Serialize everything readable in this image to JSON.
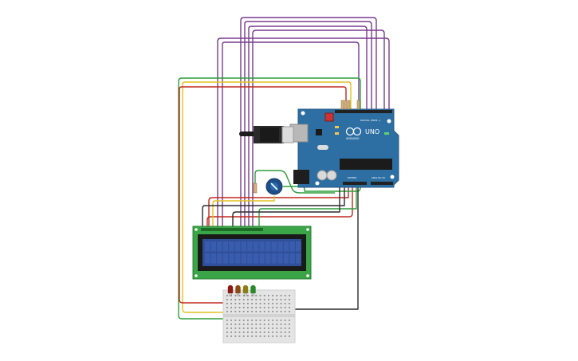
{
  "board": {
    "name_text": "UNO",
    "brand_text": "ARDUINO",
    "header_digital": "DIGITAL (PWM~)",
    "header_power": "POWER",
    "header_analog": "ANALOG IN"
  },
  "colors": {
    "board": "#2e6fa3",
    "lcd_pcb": "#3aa546",
    "lcd_screen": "#2f4f9a",
    "wire_purple": "#7a3b8f",
    "wire_green": "#2f9e3a",
    "wire_red": "#c0281e",
    "wire_yellow": "#e0c21f",
    "wire_black": "#2a2a2a"
  },
  "leds": [
    {
      "color": "#8e1b13"
    },
    {
      "color": "#8a4a12"
    },
    {
      "color": "#8d7d17"
    },
    {
      "color": "#2a8a2a"
    }
  ],
  "components": {
    "usb": "usb-cable-icon",
    "pot": "potentiometer-icon",
    "resistor": "resistor-icon"
  }
}
